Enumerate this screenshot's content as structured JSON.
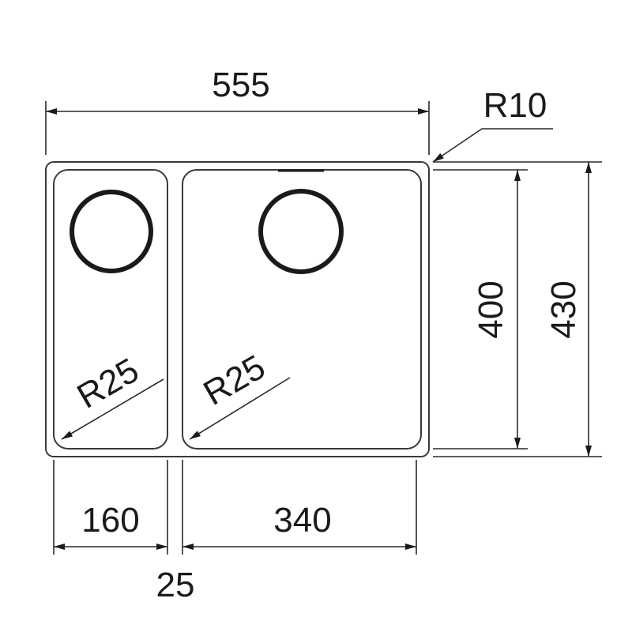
{
  "dimensions": {
    "overall_width": "555",
    "corner_radius": "R10",
    "bowl_depth_inner": "400",
    "overall_depth": "430",
    "left_bowl_radius": "R25",
    "right_bowl_radius": "R25",
    "left_bowl_width": "160",
    "right_bowl_width": "340",
    "divider_width": "25"
  }
}
